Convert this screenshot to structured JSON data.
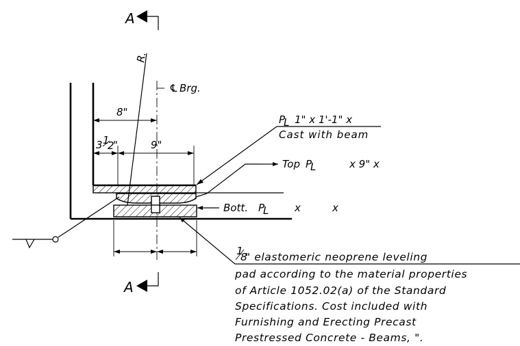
{
  "section_mark_top": "A",
  "section_mark_bottom": "A",
  "radius_label": "R.",
  "centerline_label": "Brg.",
  "dims": {
    "eight": "8\"",
    "three_half_whole": "3",
    "three_half_num": "1",
    "three_half_den": "2",
    "nine": "9\""
  },
  "labels": {
    "plate_line1_rest": "1\"  x  1'-1\"  x",
    "plate_line2": "Cast with beam",
    "top_plate_pre": "Top",
    "top_plate_post": "x 9\"  x",
    "bott_plate_pre": "Bott.",
    "bott_plate_x1": "x",
    "bott_plate_x2": "x"
  },
  "note": {
    "frac_num": "1",
    "frac_den": "8",
    "line1_rest": "\" elastomeric neoprene leveling",
    "line2": "pad according to the material properties",
    "line3": "of Article 1052.02(a) of the Standard",
    "line4": "Specifications. Cost included with",
    "line5": "Furnishing and Erecting Precast",
    "line6": "Prestressed Concrete - Beams,  \"."
  }
}
